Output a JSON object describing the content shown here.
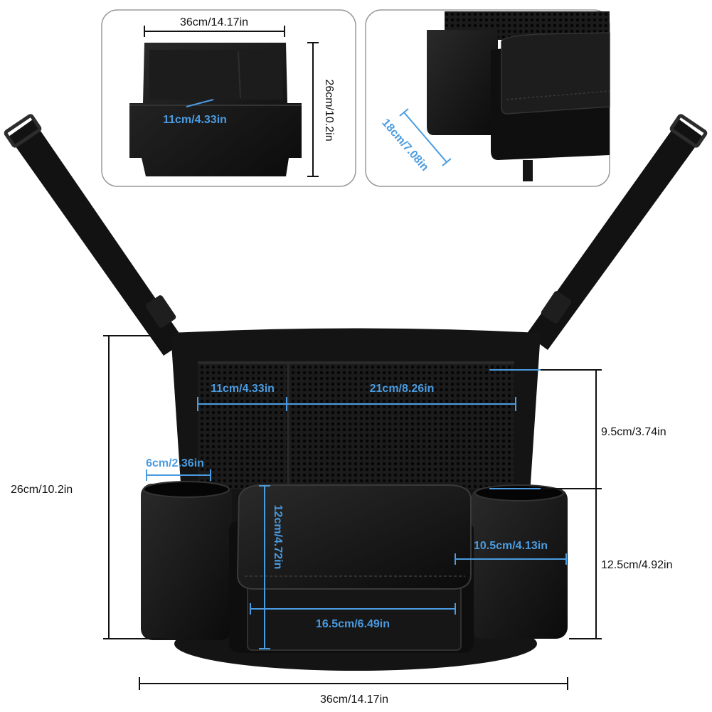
{
  "colors": {
    "accent": "#4a9be0",
    "product": "#111111",
    "panel_border": "#9a9a9a",
    "panel_bg": "#ffffff"
  },
  "inset_left": {
    "width_label": "36cm/14.17in",
    "height_label": "26cm/10.2in",
    "depth_label": "11cm/4.33in"
  },
  "inset_right": {
    "depth_label": "18cm/7.08in"
  },
  "main": {
    "height_label": "26cm/10.2in",
    "mesh_left_label": "11cm/4.33in",
    "mesh_right_label": "21cm/8.26in",
    "mesh_height_label": "9.5cm/3.74in",
    "cup_diameter_label": "6cm/2.36in",
    "tissue_height_label": "12cm/4.72in",
    "cup_depth_label": "10.5cm/4.13in",
    "lower_height_label": "12.5cm/4.92in",
    "tissue_width_label": "16.5cm/6.49in",
    "width_label": "36cm/14.17in"
  }
}
